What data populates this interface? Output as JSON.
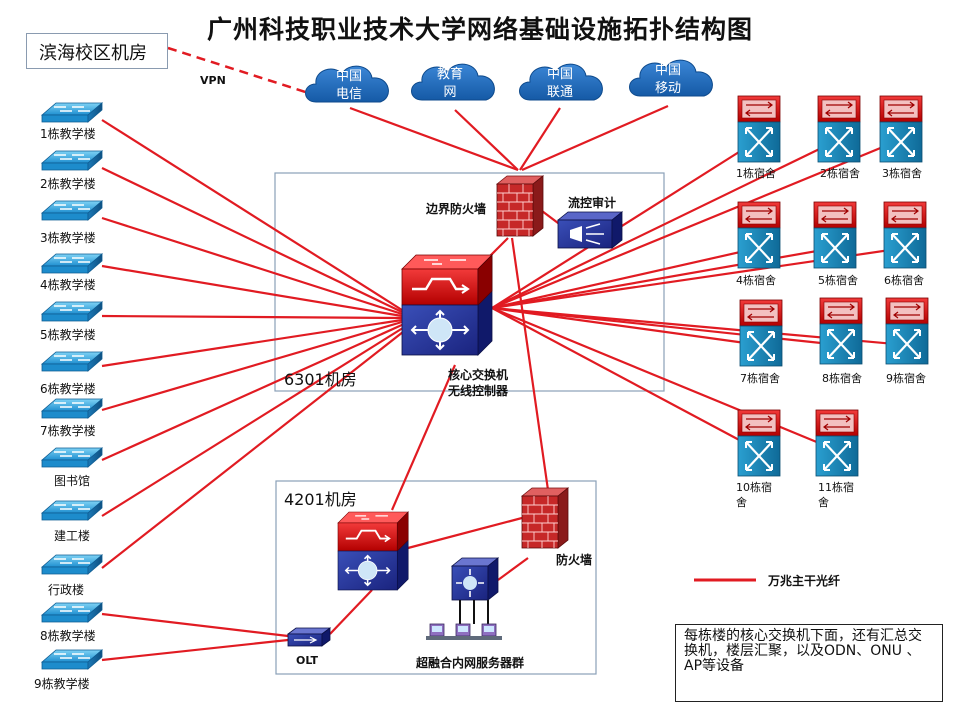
{
  "title": "广州科技职业技术大学网络基础设施拓扑结构图",
  "campus_box": "滨海校区机房",
  "vpn_label": "VPN",
  "clouds": [
    {
      "line1": "中国",
      "line2": "电信"
    },
    {
      "line1": "教育",
      "line2": "网"
    },
    {
      "line1": "中国",
      "line2": "联通"
    },
    {
      "line1": "中国",
      "line2": "移动"
    }
  ],
  "rooms": {
    "room_6301": "6301机房",
    "room_4201": "4201机房"
  },
  "devices": {
    "border_firewall": "边界防火墙",
    "flow_audit": "流控审计",
    "core_switch_line1": "核心交换机",
    "core_switch_line2": "无线控制器",
    "firewall": "防火墙",
    "olt": "OLT",
    "server_cluster": "超融合内网服务器群"
  },
  "buildings": [
    "1栋教学楼",
    "2栋教学楼",
    "3栋教学楼",
    "4栋教学楼",
    "5栋教学楼",
    "6栋教学楼",
    "7栋教学楼",
    "图书馆",
    "建工楼",
    "行政楼",
    "8栋教学楼",
    "9栋教学楼"
  ],
  "dorms": [
    "1栋宿舍",
    "2栋宿舍",
    "3栋宿舍",
    "4栋宿舍",
    "5栋宿舍",
    "6栋宿舍",
    "7栋宿舍",
    "8栋宿舍",
    "9栋宿舍",
    "10栋宿舍",
    "11栋宿舍"
  ],
  "legend": {
    "label": "万兆主干光纤",
    "color": "#e11b22"
  },
  "note": "每栋楼的核心交换机下面，还有汇总交换机，楼层汇聚，以及ODN、ONU 、AP等设备"
}
